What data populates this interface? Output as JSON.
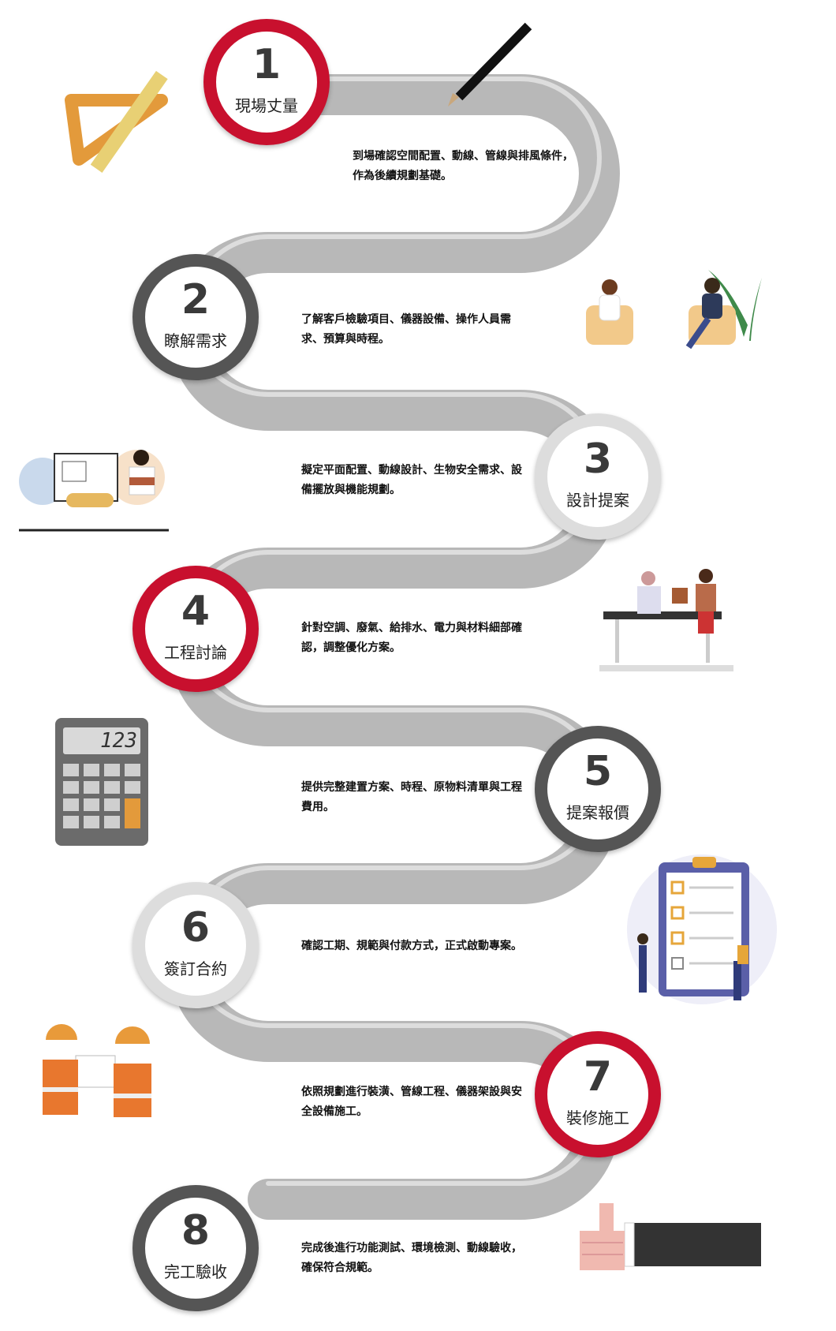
{
  "steps": [
    {
      "number": "1",
      "title": "現場丈量",
      "desc": "到場確認空間配置、動線、管線與排風條件，作為後續規劃基礎。",
      "ring_color": "#c8102e"
    },
    {
      "number": "2",
      "title": "瞭解需求",
      "desc": "了解客戶檢驗項目、儀器設備、操作人員需求、預算與時程。",
      "ring_color": "#555555"
    },
    {
      "number": "3",
      "title": "設計提案",
      "desc": "擬定平面配置、動線設計、生物安全需求、設備擺放與機能規劃。",
      "ring_color": "#dddddd"
    },
    {
      "number": "4",
      "title": "工程討論",
      "desc": "針對空調、廢氣、給排水、電力與材料細部確認，調整優化方案。",
      "ring_color": "#c8102e"
    },
    {
      "number": "5",
      "title": "提案報價",
      "desc": "提供完整建置方案、時程、原物料清單與工程費用。",
      "ring_color": "#555555"
    },
    {
      "number": "6",
      "title": "簽訂合約",
      "desc": "確認工期、規範與付款方式，正式啟動專案。",
      "ring_color": "#dddddd"
    },
    {
      "number": "7",
      "title": "裝修施工",
      "desc": "依照規劃進行裝潢、管線工程、儀器架設與安全設備施工。",
      "ring_color": "#c8102e"
    },
    {
      "number": "8",
      "title": "完工驗收",
      "desc": "完成後進行功能測試、環境檢測、動線驗收，確保符合規範。",
      "ring_color": "#555555"
    }
  ],
  "calculator_display": "123",
  "road_color": "#b8b8b8",
  "accent_red": "#c8102e",
  "illustrations": [
    "ruler-icon",
    "pencil-icon",
    "meeting-icon",
    "designer-icon",
    "discussion-icon",
    "calculator-icon",
    "checklist-icon",
    "workers-icon",
    "thumbs-up-icon"
  ]
}
